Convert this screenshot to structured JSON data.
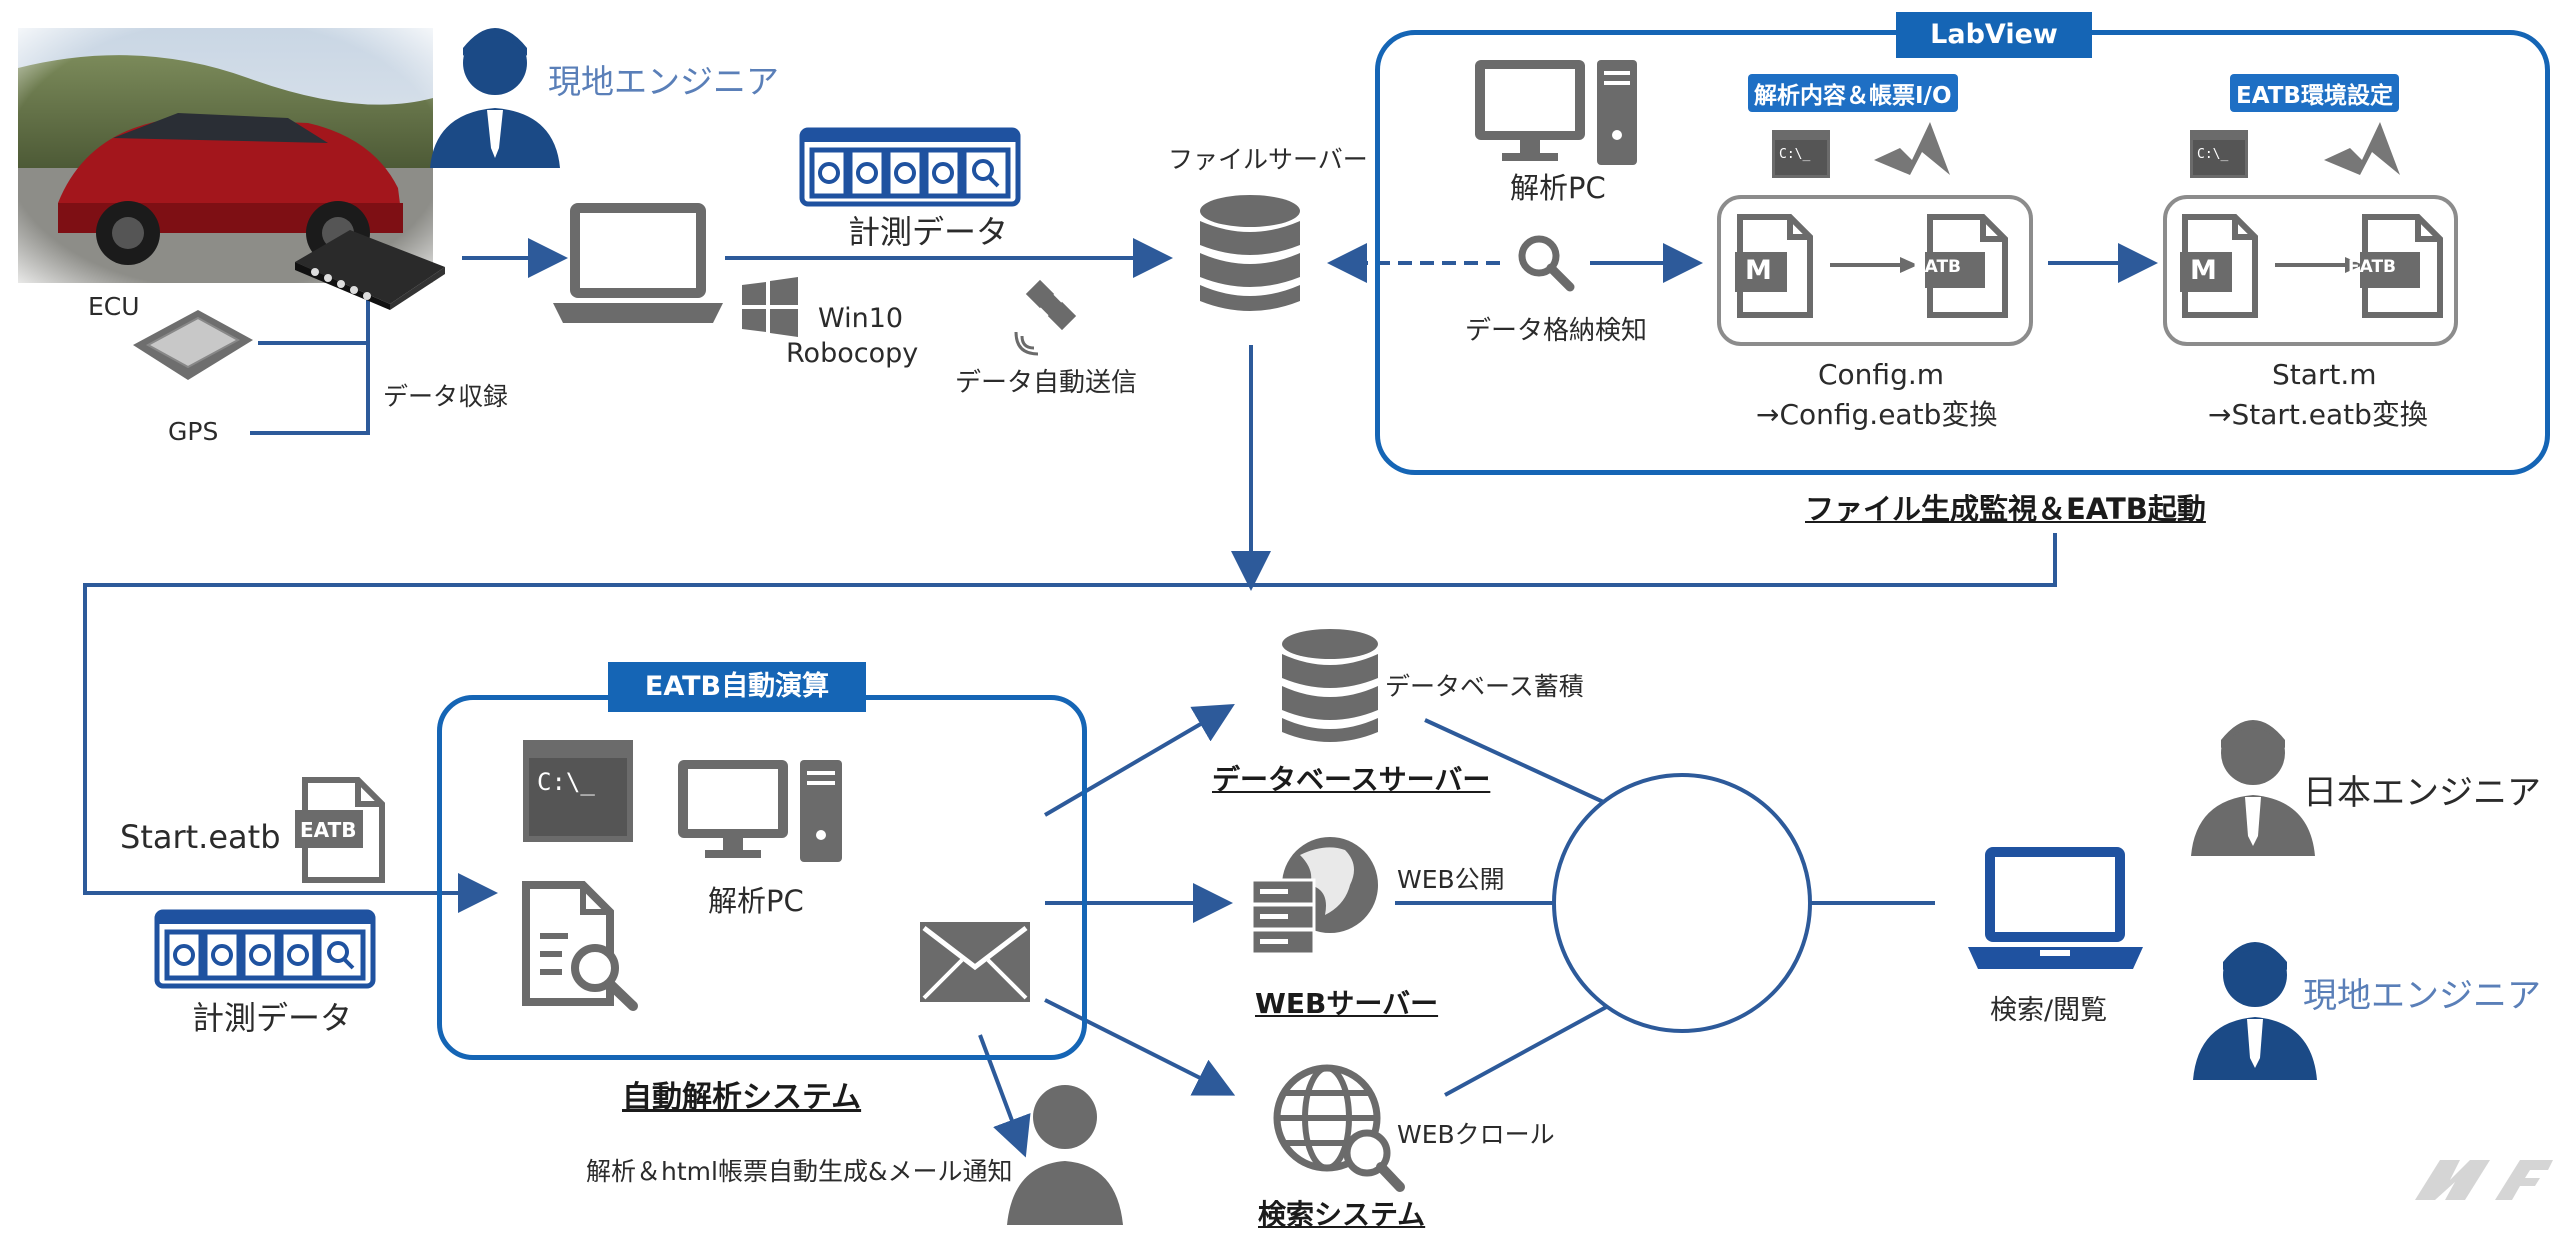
{
  "top_left": {
    "local_engineer": "現地エンジニア",
    "ecu": "ECU",
    "gps": "GPS",
    "data_record": "データ収録",
    "os": "Win10",
    "tool": "Robocopy",
    "measure_data": "計測データ",
    "auto_send": "データ自動送信",
    "file_server": "ファイルサーバー"
  },
  "labview": {
    "title": "LabView",
    "analysis_pc": "解析PC",
    "data_detect": "データ格納検知",
    "step1_title": "解析内容＆帳票I/O",
    "step1_caption_1": "Config.m",
    "step1_caption_2": "→Config.eatb変換",
    "step2_title": "EATB環境設定",
    "step2_caption_1": "Start.m",
    "step2_caption_2": "→Start.eatb変換",
    "footer": "ファイル生成監視＆EATB起動",
    "m_label": "M",
    "eatb_label": "EATB"
  },
  "bottom": {
    "start_eatb": "Start.eatb",
    "eatb_file_label": "EATB",
    "measure_data": "計測データ",
    "eatb_box_title": "EATB自動演算",
    "analysis_pc": "解析PC",
    "system_name": "自動解析システム",
    "report_note": "解析＆html帳票自動生成&メール通知",
    "db_accumulate": "データベース蓄積",
    "db_server": "データベースサーバー",
    "web_publish": "WEB公開",
    "web_server": "WEBサーバー",
    "web_crawl": "WEBクロール",
    "search_system": "検索システム",
    "search_browse": "検索/閲覧",
    "japan_engineer": "日本エンジニア",
    "local_engineer": "現地エンジニア"
  },
  "colors": {
    "accent": "#1565b5",
    "arrow": "#2d5a9a",
    "gray_icon": "#6b6b6b"
  }
}
